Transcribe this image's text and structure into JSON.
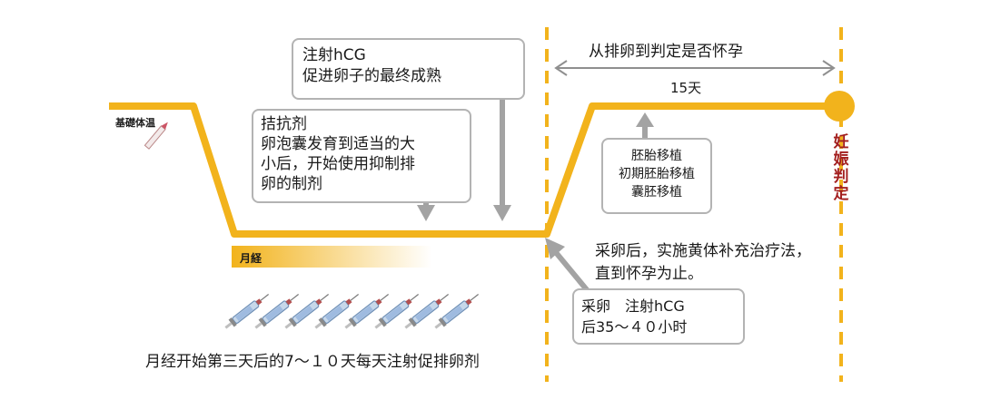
{
  "labels": {
    "bbt": "基礎体温",
    "menses": "月経",
    "hcg_box_l1": "注射hCG",
    "hcg_box_l2": "促进卵子的最终成熟",
    "antagonist_l1": "拮抗剂",
    "antagonist_l2": "卵泡囊发育到适当的大",
    "antagonist_l3": "小后，开始使用抑制排",
    "antagonist_l4": "卵的制剂",
    "interval_title": "从排卵到判定是否怀孕",
    "interval_days": "15天",
    "transfer_l1": "胚胎移植",
    "transfer_l2": "初期胚胎移植",
    "transfer_l3": "囊胚移植",
    "luteal_l1": "采卵后，实施黄体补充治疗法，",
    "luteal_l2": "直到怀孕为止。",
    "retrieval_l1": "采卵　注射hCG",
    "retrieval_l2": "后35～４０小时",
    "judgment_1": "妊",
    "judgment_2": "娠",
    "judgment_3": "判",
    "judgment_4": "定",
    "stimulation": "月经开始第三天后的7～１０天每天注射促排卵剂"
  },
  "colors": {
    "bbt_line": "#f2b31c",
    "dashed_line": "#f2b31c",
    "judgment_text": "#a31f1f",
    "box_border": "#b3b3b3",
    "arrow": "#9a9a9a"
  },
  "icons": [
    "syringe-icon",
    "pencil-icon",
    "pregnancy-dot-icon"
  ]
}
